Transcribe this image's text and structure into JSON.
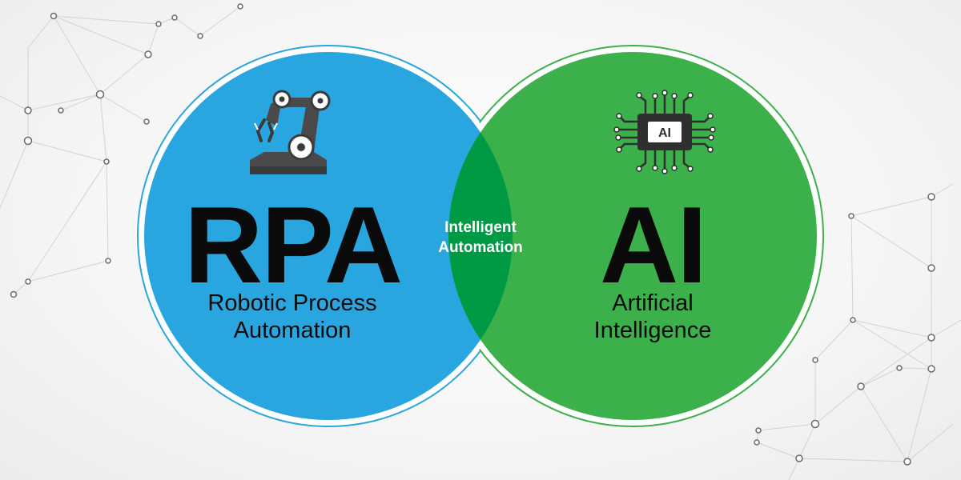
{
  "left": {
    "acronym": "RPA",
    "line1": "Robotic Process",
    "line2": "Automation",
    "icon": "robotic-arm-icon",
    "color": "#29a6df"
  },
  "right": {
    "acronym": "AI",
    "line1": "Artificial",
    "line2": "Intelligence",
    "icon": "ai-chip-icon",
    "chip_text": "AI",
    "color": "#3cb04a"
  },
  "overlap": {
    "line1": "Intelligent",
    "line2": "Automation",
    "color": "#009a44"
  }
}
